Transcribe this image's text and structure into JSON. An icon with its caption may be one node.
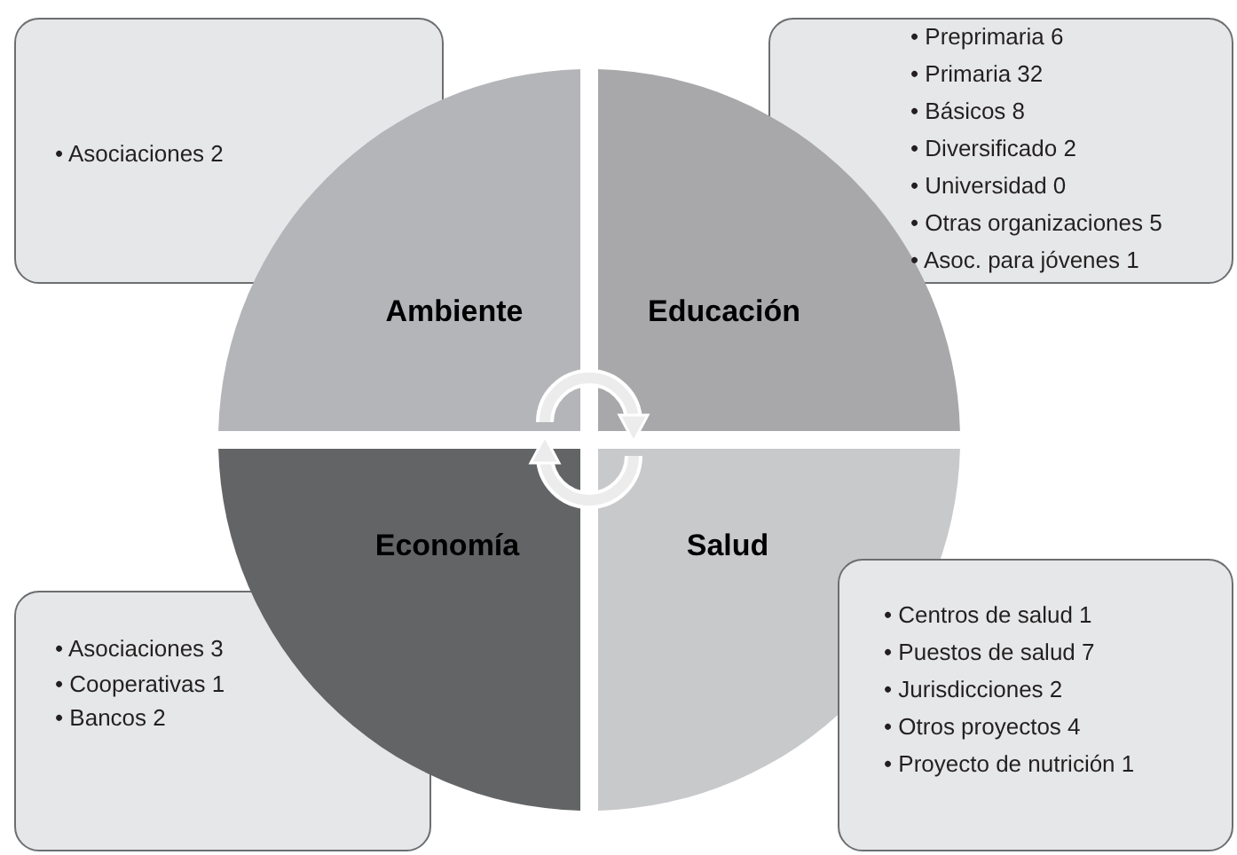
{
  "diagram": {
    "nodes": [
      {
        "text": [
          "• Asociaciones 2"
        ]
      },
      {
        "text": [
          "• Preprimaria 6",
          "• Primaria 32",
          "• Básicos 8",
          "• Diversificado 2",
          "• Universidad 0",
          "• Otras organizaciones 5",
          "• Asoc. para jóvenes 1"
        ]
      },
      {
        "text": [
          "Ambiente"
        ]
      },
      {
        "text": [
          "Educación"
        ]
      },
      {
        "text": [
          "Economía"
        ]
      },
      {
        "text": [
          "Salud"
        ]
      },
      {
        "text": [
          "• Asociaciones 3",
          "• Cooperativas 1",
          "• Bancos 2"
        ]
      },
      {
        "text": [
          "• Centros de salud 1",
          "• Puestos de salud 7",
          "• Jurisdicciones 2",
          "• Otros proyectos 4",
          "• Proyecto de nutrición 1"
        ]
      }
    ],
    "edges": [
      {
        "from": 2,
        "to": 3,
        "arrow": "to"
      },
      {
        "from": 5,
        "to": 4,
        "arrow": "to"
      }
    ]
  }
}
